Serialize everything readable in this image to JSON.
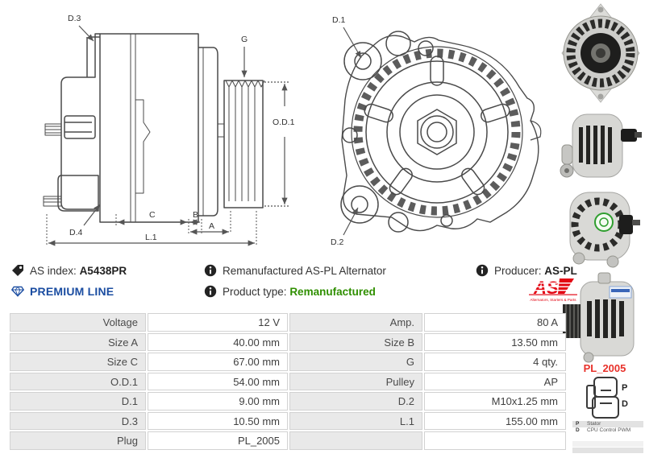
{
  "info": {
    "as_index_label": "AS index:",
    "as_index_value": "A5438PR",
    "description": "Remanufactured AS-PL Alternator",
    "producer_label": "Producer:",
    "producer_value": "AS-PL",
    "premium_line": "PREMIUM LINE",
    "product_type_label": "Product type:",
    "product_type_value": "Remanufactured",
    "logo_text": "AS",
    "logo_tagline": "Alternators, Starters & Parts"
  },
  "diagram": {
    "side": {
      "d3": "D.3",
      "g": "G",
      "od1": "O.D.1",
      "d4": "D.4",
      "c": "C",
      "b": "B",
      "a": "A",
      "l1": "L.1"
    },
    "front": {
      "d1": "D.1",
      "d2": "D.2"
    }
  },
  "specs": {
    "left": [
      {
        "label": "Voltage",
        "value": "12 V"
      },
      {
        "label": "Size A",
        "value": "40.00 mm"
      },
      {
        "label": "Size C",
        "value": "67.00 mm"
      },
      {
        "label": "O.D.1",
        "value": "54.00 mm"
      },
      {
        "label": "D.1",
        "value": "9.00 mm"
      },
      {
        "label": "D.3",
        "value": "10.50 mm"
      },
      {
        "label": "Plug",
        "value": "PL_2005"
      }
    ],
    "right": [
      {
        "label": "Amp.",
        "value": "80 A"
      },
      {
        "label": "Size B",
        "value": "13.50 mm"
      },
      {
        "label": "G",
        "value": "4 qty."
      },
      {
        "label": "Pulley",
        "value": "AP"
      },
      {
        "label": "D.2",
        "value": "M10x1.25 mm"
      },
      {
        "label": "L.1",
        "value": "155.00 mm"
      },
      {
        "label": "",
        "value": ""
      }
    ]
  },
  "plug": {
    "name": "PL_2005",
    "pin_top": "P",
    "pin_bottom": "D",
    "pins": [
      {
        "pin": "P",
        "desc": "Stator"
      },
      {
        "pin": "D",
        "desc": "CPU Control PWM"
      }
    ]
  },
  "colors": {
    "premium_blue": "#1b4da1",
    "remanufactured_green": "#2f8f00",
    "brand_red": "#e30613",
    "plug_red": "#e8312a",
    "table_label_bg": "#e9e9e9"
  }
}
